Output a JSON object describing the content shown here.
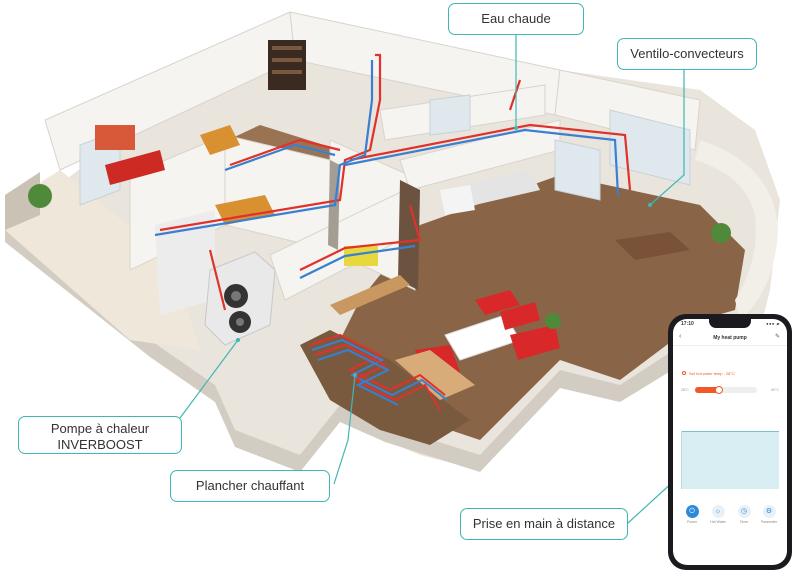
{
  "labels": {
    "eau_chaude": "Eau chaude",
    "ventilo": "Ventilo-convecteurs",
    "pompe_line1": "Pompe à chaleur",
    "pompe_line2": "INVERBOOST",
    "plancher": "Plancher chauffant",
    "prise": "Prise en main à distance"
  },
  "phone": {
    "time": "17:10",
    "status": "●●● ▰",
    "title": "My heat pump",
    "back": "‹",
    "edit": "✎",
    "setpoint_text": "Set hot water temp :  28°C",
    "slider_min": "28°C",
    "slider_max": "60°C",
    "slider_value": 0.38,
    "buttons": [
      {
        "label": "Power",
        "icon": "⏻",
        "active": true
      },
      {
        "label": "Hot Water",
        "icon": "☼",
        "active": false
      },
      {
        "label": "Timer",
        "icon": "◷",
        "active": false
      },
      {
        "label": "Parameter",
        "icon": "⚙",
        "active": false
      }
    ]
  },
  "colors": {
    "accent": "#3fb7b4",
    "hot_pipe": "#e0322a",
    "cold_pipe": "#3a7fd0",
    "app_orange": "#f05a28",
    "app_blue": "#2d8ad8"
  }
}
